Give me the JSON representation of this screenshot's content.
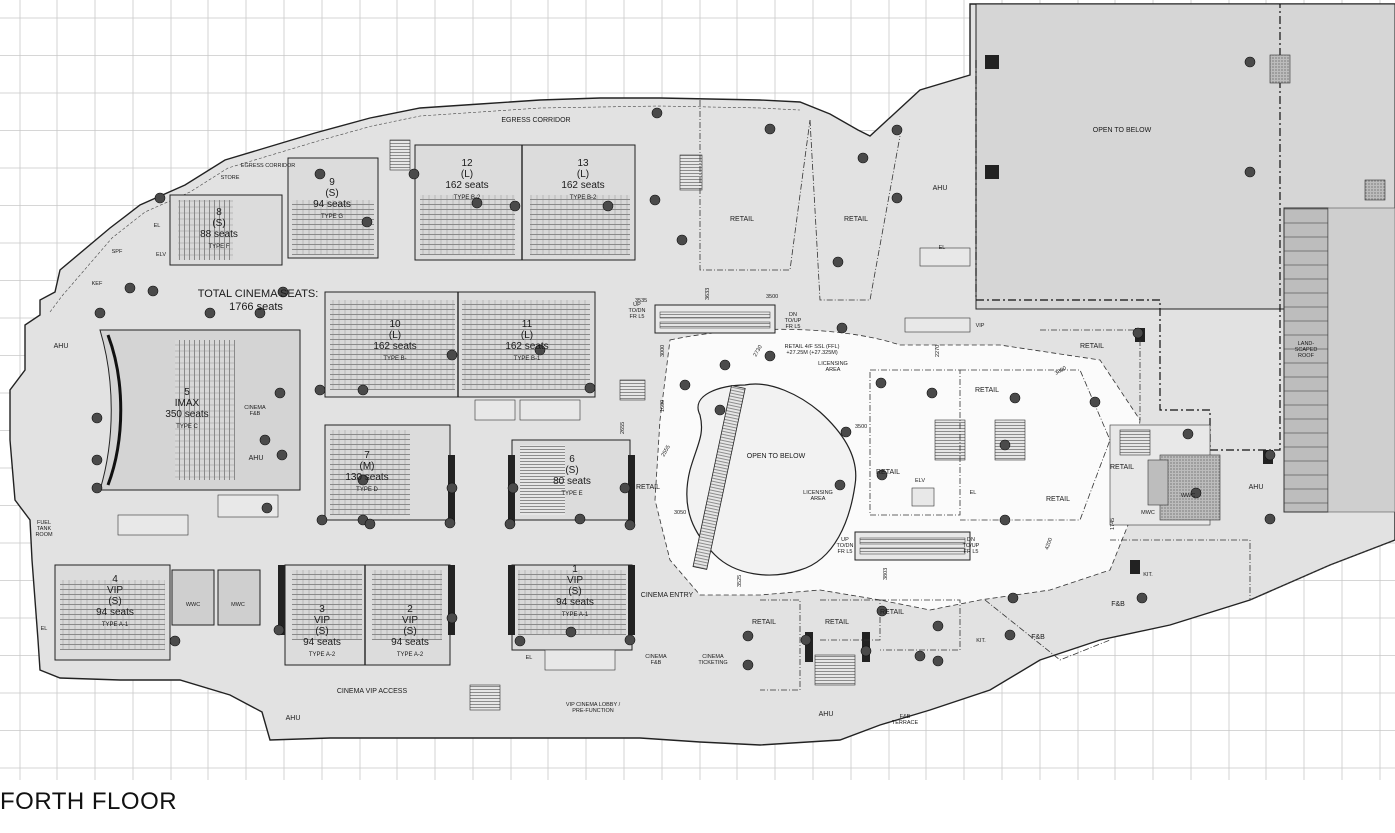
{
  "title": "FORTH FLOOR",
  "summary": {
    "line1": "TOTAL CINEMA SEATS:",
    "line2": "1766 seats"
  },
  "cinemas": [
    {
      "no": "1",
      "line1": "VIP",
      "cls": "(S)",
      "seats": "94 seats",
      "type": "TYPE A-1"
    },
    {
      "no": "2",
      "line1": "VIP",
      "cls": "(S)",
      "seats": "94 seats",
      "type": "TYPE A-2"
    },
    {
      "no": "3",
      "line1": "VIP",
      "cls": "(S)",
      "seats": "94 seats",
      "type": "TYPE A-2"
    },
    {
      "no": "4",
      "line1": "VIP",
      "cls": "(S)",
      "seats": "94 seats",
      "type": "TYPE A-1"
    },
    {
      "no": "5",
      "line1": "IMAX",
      "cls": "",
      "seats": "350 seats",
      "type": "TYPE C"
    },
    {
      "no": "6",
      "line1": "",
      "cls": "(S)",
      "seats": "80 seats",
      "type": "TYPE E"
    },
    {
      "no": "7",
      "line1": "",
      "cls": "(M)",
      "seats": "130 seats",
      "type": "TYPE D"
    },
    {
      "no": "8",
      "line1": "",
      "cls": "(S)",
      "seats": "88 seats",
      "type": "TYPE F"
    },
    {
      "no": "9",
      "line1": "",
      "cls": "(S)",
      "seats": "94 seats",
      "type": "TYPE G"
    },
    {
      "no": "10",
      "line1": "",
      "cls": "(L)",
      "seats": "162 seats",
      "type": "TYPE B-"
    },
    {
      "no": "11",
      "line1": "",
      "cls": "(L)",
      "seats": "162 seats",
      "type": "TYPE B-1"
    },
    {
      "no": "12",
      "line1": "",
      "cls": "(L)",
      "seats": "162 seats",
      "type": "TYPE B-2"
    },
    {
      "no": "13",
      "line1": "",
      "cls": "(L)",
      "seats": "162 seats",
      "type": "TYPE B-2"
    }
  ],
  "labels": {
    "egress_corridor_top": "EGRESS CORRIDOR",
    "egress_corridor_left": "EGRESS CORRIDOR",
    "store": "STORE",
    "open_to_below_right": "OPEN TO BELOW",
    "open_to_below_center": "OPEN TO BELOW",
    "retail_1": "RETAIL",
    "retail_2": "RETAIL",
    "retail_3": "RETAIL",
    "retail_4": "RETAIL",
    "retail_5": "RETAIL",
    "retail_6": "RETAIL",
    "retail_7": "RETAIL",
    "retail_8": "RETAIL",
    "retail_9": "RETAIL",
    "retail_10": "RETAIL",
    "retail_11": "RETAIL",
    "ahu_1": "AHU",
    "ahu_2": "AHU",
    "ahu_3": "AHU",
    "ahu_4": "AHU",
    "ahu_5": "AHU",
    "ahu_6": "AHU",
    "landscaped_roof": "LAND-\nSCAPED\nROOF",
    "licensing_area_1": "LICENSING\nAREA",
    "licensing_area_2": "LICENSING\nAREA",
    "cinema_entry": "CINEMA ENTRY",
    "cinema_fb": "CINEMA\nF&B",
    "cinema_fb_imax": "CINEMA\nF&B",
    "cinema_ticketing": "CINEMA\nTICKETING",
    "cinema_vip_access": "CINEMA VIP ACCESS",
    "vip_lobby": "VIP CINEMA LOBBY /\nPRE-FUNCTION",
    "fb_1": "F&B",
    "fb_2": "F&B",
    "fb_terrace": "F&B\nTERRACE",
    "kit_1": "KIT.",
    "kit_2": "KIT.",
    "wwc_1": "WWC",
    "mwc_1": "MWC",
    "wwc_2": "WWC",
    "mwc_2": "MWC",
    "fuel_tank": "FUEL\nTANK\nROOM",
    "kef": "KEF",
    "spf": "SPF",
    "elv_1": "ELV",
    "elv_2": "ELV",
    "el_1": "EL",
    "el_2": "EL",
    "el_3": "EL",
    "el_4": "EL",
    "el_5": "EL",
    "vip_tag": "VIP",
    "up_left": "UP\nTO/DN\nFR L5",
    "dn_left": "DN\nTO/UP\nFR L5",
    "up_right": "UP\nTO/DN\nFR L5",
    "dn_right": "DN\nTO/UP\nFR L5",
    "retail_ssl": "RETAIL 4/F  SSL (FFL)\n+27.25M    (+27.325M)"
  },
  "dimensions": [
    "3535",
    "3500",
    "3000",
    "1600",
    "2655",
    "3050",
    "3525",
    "3500",
    "1745",
    "3800",
    "4200",
    "3803",
    "2270",
    "2730",
    "3633",
    "2555"
  ]
}
